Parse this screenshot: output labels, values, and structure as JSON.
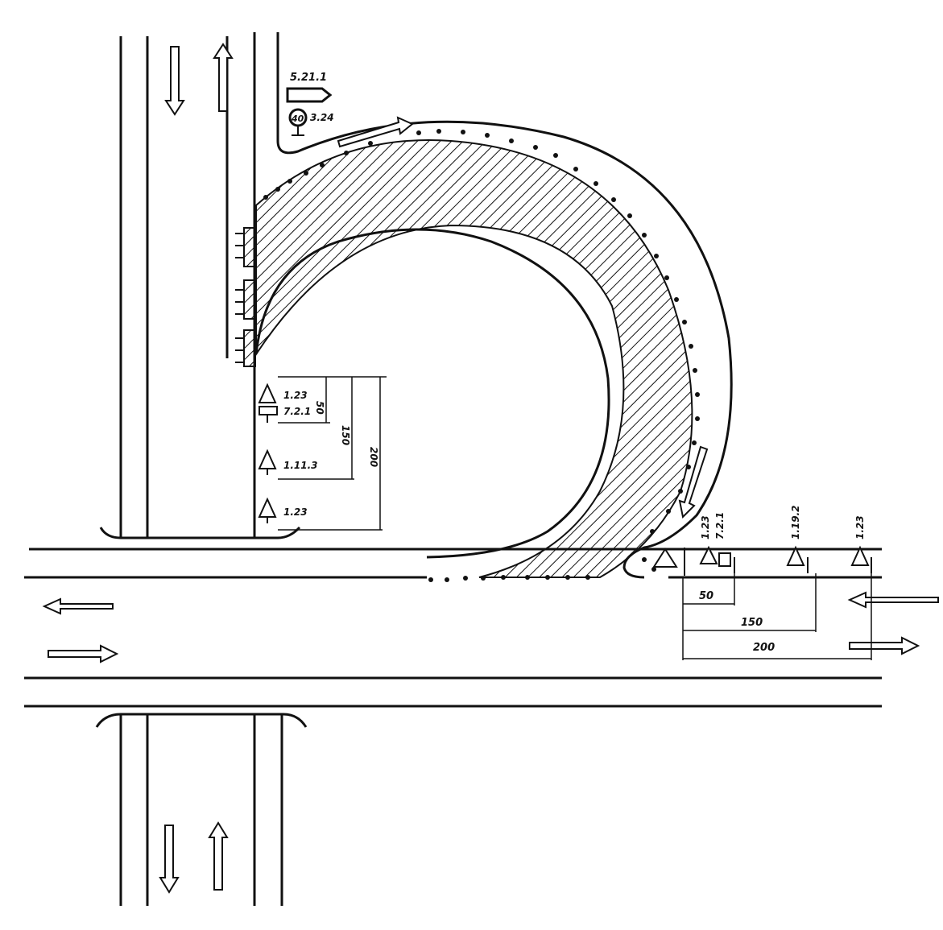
{
  "signs": {
    "top_route": "5.21.1",
    "top_speed_value": "40",
    "top_speed": "3.24",
    "left_1": "1.23",
    "left_2": "7.2.1",
    "left_3": "1.11.3",
    "left_4": "1.23",
    "right_1": "1.23",
    "right_2": "7.2.1",
    "right_3": "1.19.2",
    "right_4": "1.23"
  },
  "dimensions": {
    "left_50": "50",
    "left_150": "150",
    "left_200": "200",
    "right_50": "50",
    "right_150": "150",
    "right_200": "200"
  },
  "colors": {
    "ink": "#111111",
    "background": "#ffffff"
  }
}
